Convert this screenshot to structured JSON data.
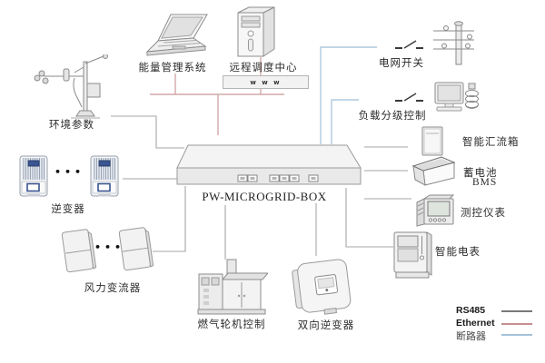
{
  "diagram": {
    "hub": {
      "label": "PW-MICROGRID-BOX"
    },
    "top": {
      "ems_label": "能量管理系统",
      "dispatch_label": "远程调度中心",
      "www_label": "w w w"
    },
    "left": {
      "env_label": "环境参数",
      "inverter_label": "逆变器",
      "inverter_dots": "•••",
      "wind_label": "风力变流器",
      "wind_dots": "•••"
    },
    "right": {
      "grid_switch_label": "电网开关",
      "load_control_label": "负载分级控制",
      "combiner_label": "智能汇流箱",
      "battery_label_line1": "蓄电池",
      "battery_label_line2": "BMS",
      "instrument_label": "测控仪表",
      "smart_meter_label": "智能电表"
    },
    "bottom": {
      "gas_turbine_label": "燃气轮机控制",
      "bidirectional_label": "双向逆变器"
    },
    "legend": [
      {
        "label": "RS485",
        "color": "#4d4d4d"
      },
      {
        "label": "Ethernet",
        "color": "#b26b6b"
      },
      {
        "label": "断路器",
        "color": "#85aecb"
      }
    ],
    "line_colors": {
      "rs485": "#a6a6a6",
      "ethernet": "#d2a8a8",
      "breaker": "#aec9de"
    }
  }
}
